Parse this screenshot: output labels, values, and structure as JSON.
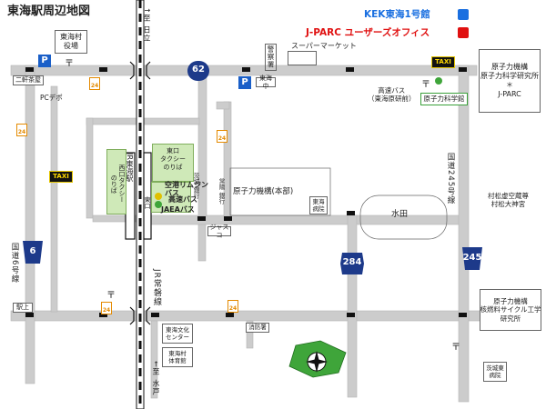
{
  "title": "東海駅周辺地図",
  "legend": {
    "kek": {
      "label": "KEK東海1号館",
      "color": "#1a6fe0"
    },
    "jparc": {
      "label": "J-PARC ユーザーズオフィス",
      "color": "#e01010"
    }
  },
  "route_badges": {
    "r62": "62",
    "r284": "284",
    "r245": "245",
    "r6": "6"
  },
  "road_labels": {
    "mito": "←至 水戸",
    "hitachi": "↑至 日立",
    "route6": "国道6号線",
    "route245": "国道245号線",
    "jr": "JR常磐線",
    "jr_tokai": "JR東海駅",
    "east_exit": "東口",
    "west_exit": "西口"
  },
  "places": {
    "village_office": "東海村\n役場",
    "nikenjaya": "二軒茶屋",
    "pc_depot": "PCデポ",
    "tokai_chu": "東海中",
    "police": "警察署",
    "supermarket": "スーパーマーケット",
    "sci_center": "原子力科学館",
    "jaea_sci": "原子力機構\n原子力科学研究所\n＊\nJ-PARC",
    "highway_bus_stop": "高速バス\n（東海原研前）",
    "jaea_hq": "原子力機構(本部)",
    "tokai_hospital": "東海\n病院",
    "paddy": "水田",
    "jasco": "ジャスコ",
    "ibaraki_bank": "茨城\n銀行",
    "joyo_bank": "常陽\n銀行",
    "muramatsu": "村松虚空蔵尊\n村松大神宮",
    "jaea_cycle": "原子力機構\n核燃料サイクル工学\n研究所",
    "ekiue": "駅上",
    "culture_center": "東海文化\nセンター",
    "fire_station": "消防署",
    "gym": "東海村\n体育館",
    "ibaraki_east_hospital": "茨城東\n病院"
  },
  "station_areas": {
    "west_taxi": "西口タクシー\nのりば",
    "east_taxi": "東口\nタクシー\nのりば"
  },
  "bus_labels": {
    "airport_limo": "空港リムジン\nバス",
    "highway_bus": "高速バス",
    "jaea_bus": "JAEAバス"
  },
  "markers": {
    "taxi": "TAXI",
    "parking": "P",
    "conv": "24",
    "busstop": "〒"
  },
  "colors": {
    "road": "#cccccc",
    "station_bar": "#111111",
    "route_shield": "#1d3a8a",
    "green_area": "#cfe9b8"
  }
}
